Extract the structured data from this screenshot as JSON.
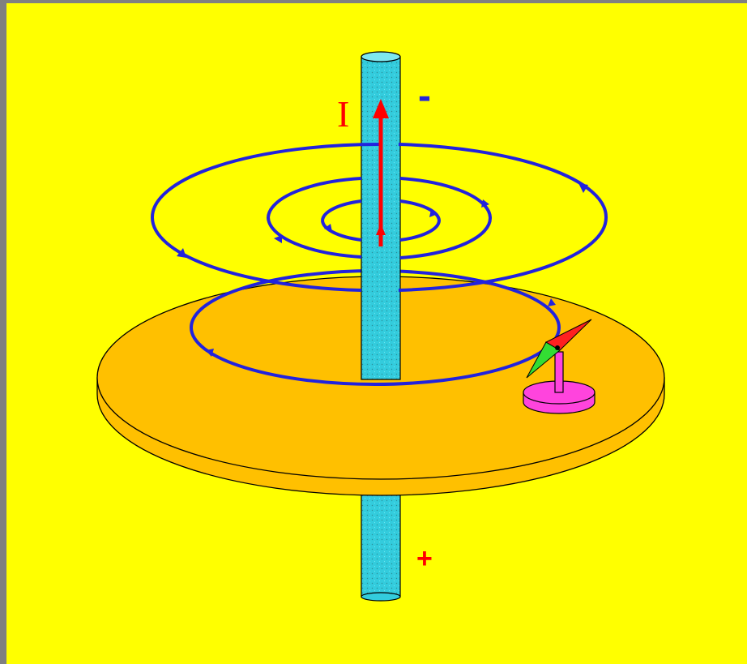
{
  "labels": {
    "current": "I",
    "top_terminal": "-",
    "bottom_terminal": "+"
  },
  "colors": {
    "background": "#FFFF00",
    "frame": "#808080",
    "wire": "#33CCDD",
    "disc": "#FFC000",
    "field_lines": "#2222DD",
    "current_arrow": "#FF0000",
    "compass_north": "#FF2020",
    "compass_south": "#33DD33",
    "compass_stand": "#FF44DD"
  },
  "icons": [
    "current-arrow",
    "compass-needle",
    "field-direction-arrow"
  ]
}
